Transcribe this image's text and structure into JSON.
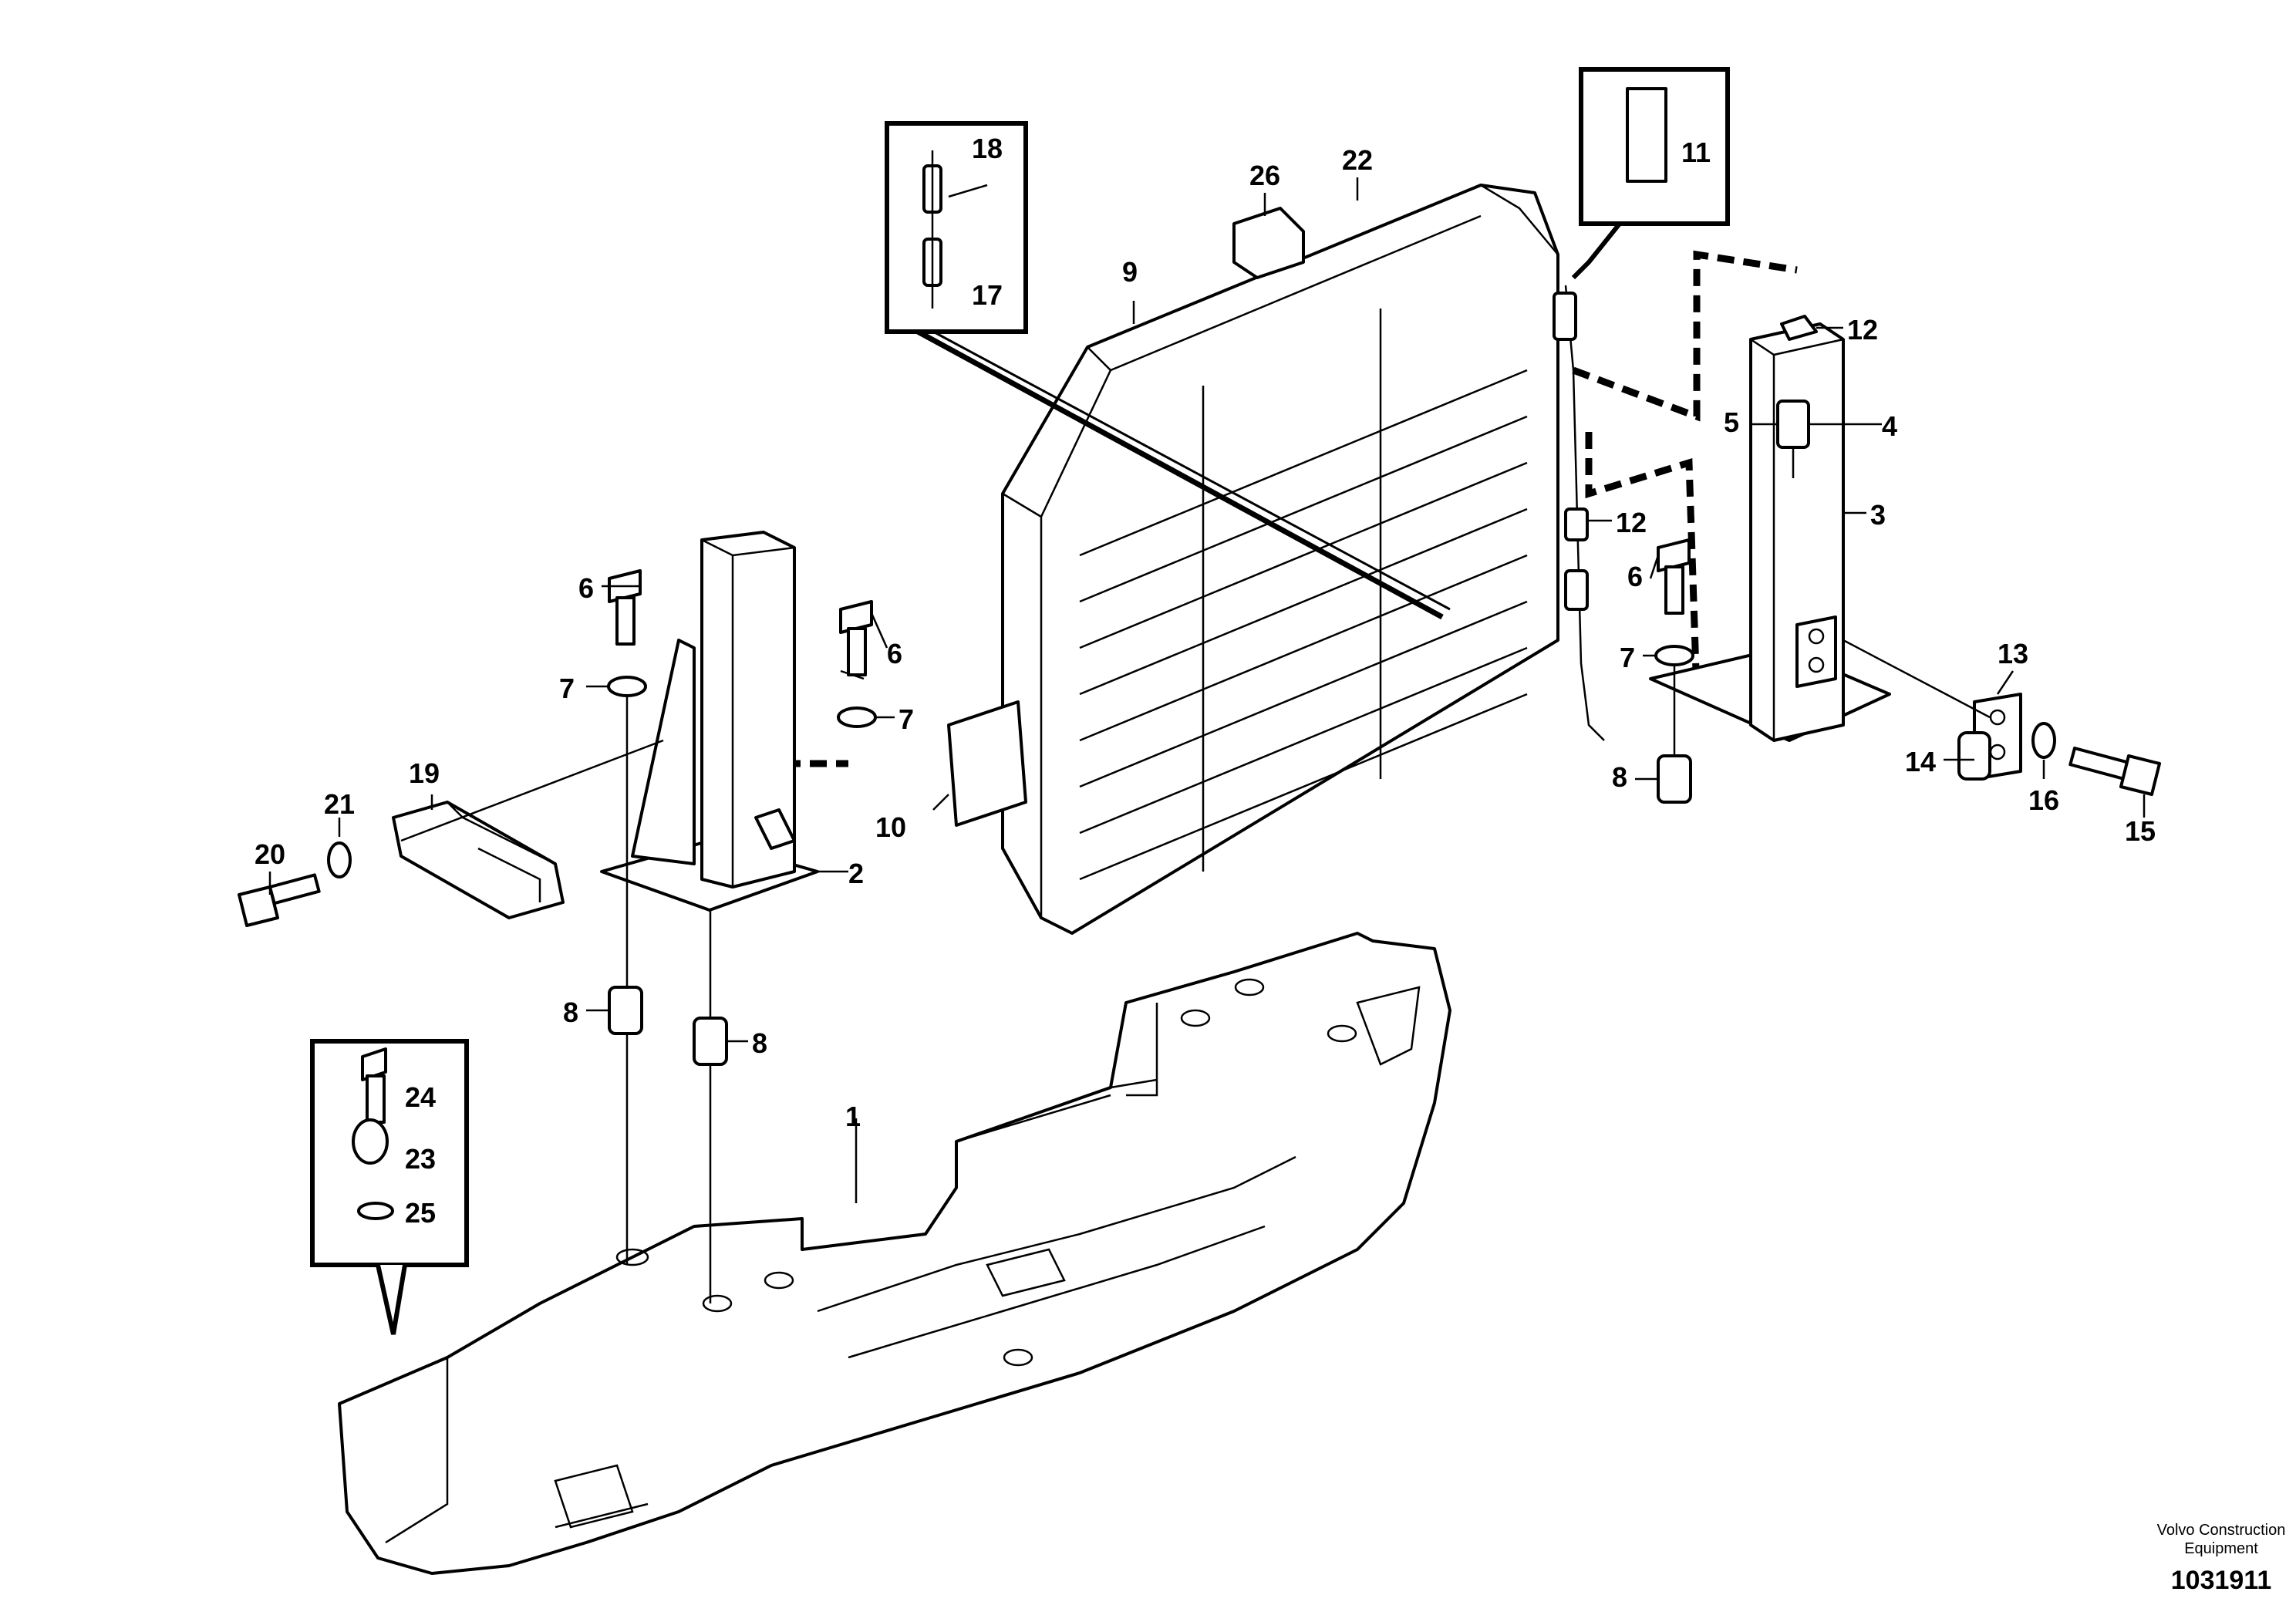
{
  "labels": {
    "l1": "1",
    "l2": "2",
    "l3": "3",
    "l4": "4",
    "l5": "5",
    "l6a": "6",
    "l6b": "6",
    "l6c": "6",
    "l7a": "7",
    "l7b": "7",
    "l7c": "7",
    "l8a": "8",
    "l8b": "8",
    "l8c": "8",
    "l9": "9",
    "l10": "10",
    "l11": "11",
    "l12a": "12",
    "l12b": "12",
    "l13": "13",
    "l14": "14",
    "l15": "15",
    "l16": "16",
    "l17": "17",
    "l18": "18",
    "l19": "19",
    "l20": "20",
    "l21": "21",
    "l22": "22",
    "l23": "23",
    "l24": "24",
    "l25": "25",
    "l26": "26"
  },
  "credit": {
    "line1": "Volvo Construction",
    "line2": "Equipment",
    "code": "1031911"
  }
}
